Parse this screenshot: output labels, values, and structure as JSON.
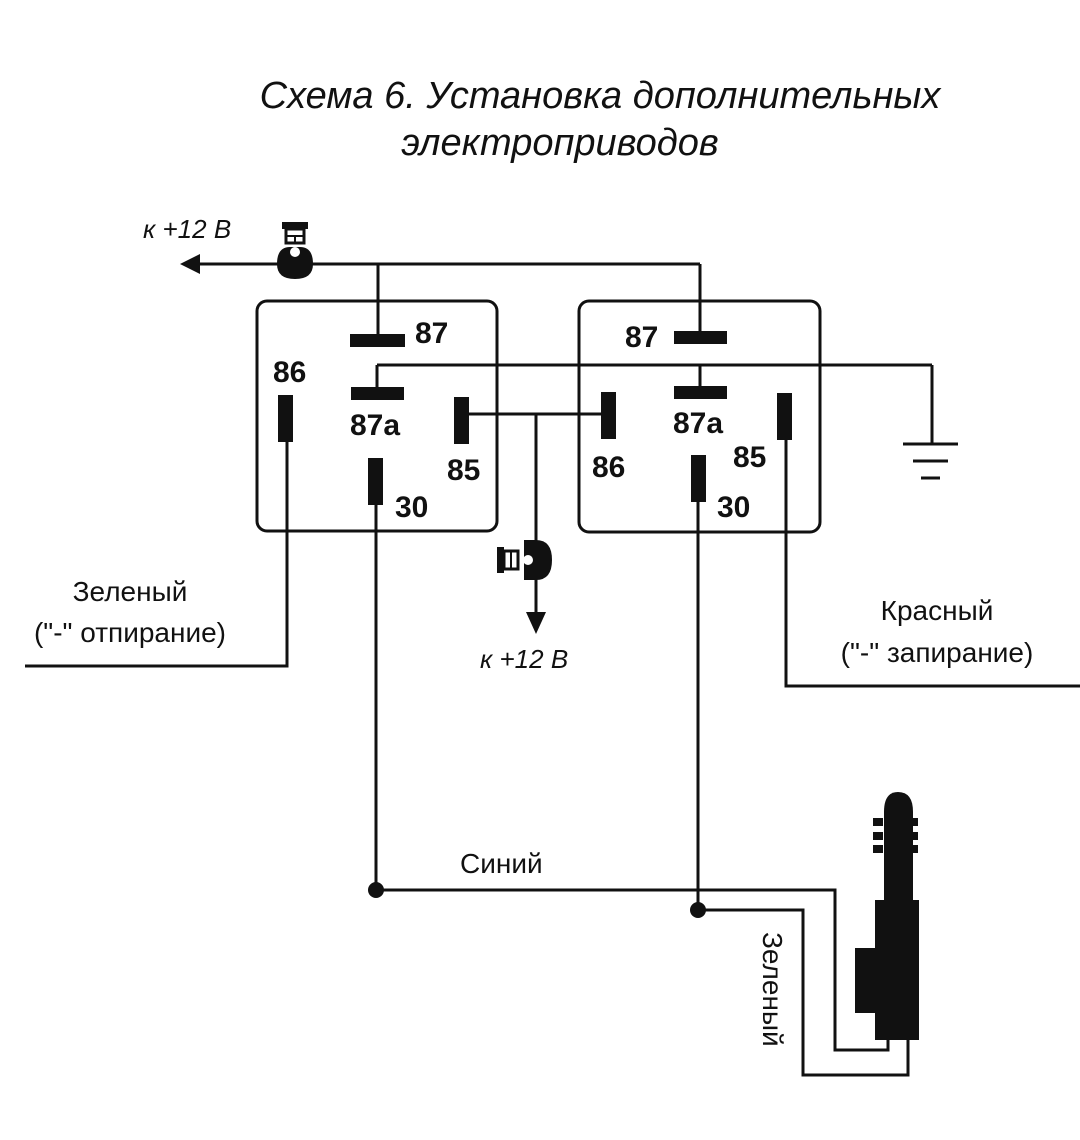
{
  "title": {
    "line1": "Схема 6. Установка дополнительных",
    "line2": "электроприводов"
  },
  "power_labels": {
    "top": "к +12 В",
    "middle": "к +12 В"
  },
  "relay_left": {
    "pins": {
      "p87": "87",
      "p86": "86",
      "p87a": "87a",
      "p85": "85",
      "p30": "30"
    }
  },
  "relay_right": {
    "pins": {
      "p87": "87",
      "p86": "86",
      "p87a": "87a",
      "p85": "85",
      "p30": "30"
    }
  },
  "wires": {
    "green_label": "Зеленый",
    "green_desc": "(\"-\" отпирание)",
    "red_label": "Красный",
    "red_desc": "(\"-\" запирание)",
    "blue_label": "Синий",
    "green_motor_label": "Зеленый"
  },
  "icons": [
    "fuse-icon",
    "ground-icon",
    "actuator-icon",
    "arrow-icon"
  ],
  "colors": {
    "ink": "#111111",
    "background": "#ffffff"
  }
}
